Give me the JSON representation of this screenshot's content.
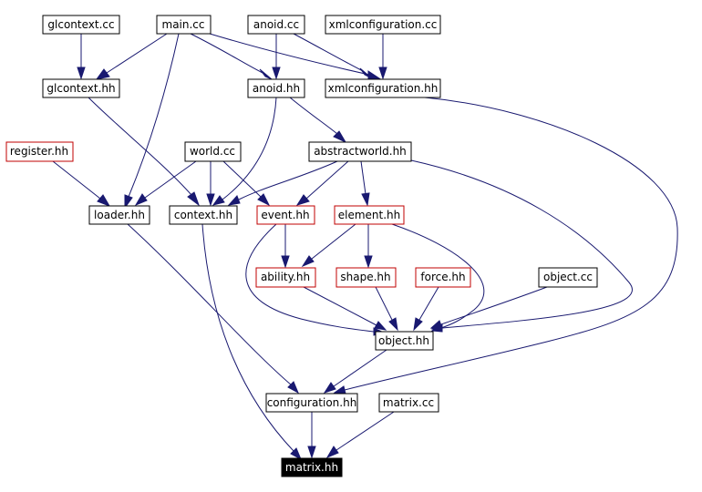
{
  "colors": {
    "edge": "#191970",
    "border_default": "#000000",
    "border_red": "#c00000",
    "current_fill": "#000000",
    "current_text": "#ffffff"
  },
  "nodes": [
    {
      "id": "glcontext_cc",
      "label": "glcontext.cc",
      "style": "normal"
    },
    {
      "id": "main_cc",
      "label": "main.cc",
      "style": "normal"
    },
    {
      "id": "anoid_cc",
      "label": "anoid.cc",
      "style": "normal"
    },
    {
      "id": "xmlconfiguration_cc",
      "label": "xmlconfiguration.cc",
      "style": "normal"
    },
    {
      "id": "glcontext_hh",
      "label": "glcontext.hh",
      "style": "normal"
    },
    {
      "id": "anoid_hh",
      "label": "anoid.hh",
      "style": "normal"
    },
    {
      "id": "xmlconfiguration_hh",
      "label": "xmlconfiguration.hh",
      "style": "normal"
    },
    {
      "id": "register_hh",
      "label": "register.hh",
      "style": "red"
    },
    {
      "id": "world_cc",
      "label": "world.cc",
      "style": "normal"
    },
    {
      "id": "abstractworld_hh",
      "label": "abstractworld.hh",
      "style": "normal"
    },
    {
      "id": "loader_hh",
      "label": "loader.hh",
      "style": "normal"
    },
    {
      "id": "context_hh",
      "label": "context.hh",
      "style": "normal"
    },
    {
      "id": "event_hh",
      "label": "event.hh",
      "style": "red"
    },
    {
      "id": "element_hh",
      "label": "element.hh",
      "style": "red"
    },
    {
      "id": "ability_hh",
      "label": "ability.hh",
      "style": "red"
    },
    {
      "id": "shape_hh",
      "label": "shape.hh",
      "style": "red"
    },
    {
      "id": "force_hh",
      "label": "force.hh",
      "style": "red"
    },
    {
      "id": "object_cc",
      "label": "object.cc",
      "style": "normal"
    },
    {
      "id": "object_hh",
      "label": "object.hh",
      "style": "normal"
    },
    {
      "id": "configuration_hh",
      "label": "configuration.hh",
      "style": "normal"
    },
    {
      "id": "matrix_cc",
      "label": "matrix.cc",
      "style": "normal"
    },
    {
      "id": "matrix_hh",
      "label": "matrix.hh",
      "style": "current"
    }
  ],
  "edges": [
    {
      "from": "glcontext_cc",
      "to": "glcontext_hh"
    },
    {
      "from": "main_cc",
      "to": "glcontext_hh"
    },
    {
      "from": "main_cc",
      "to": "anoid_hh"
    },
    {
      "from": "main_cc",
      "to": "xmlconfiguration_hh"
    },
    {
      "from": "main_cc",
      "to": "loader_hh"
    },
    {
      "from": "anoid_cc",
      "to": "anoid_hh"
    },
    {
      "from": "anoid_cc",
      "to": "xmlconfiguration_hh"
    },
    {
      "from": "xmlconfiguration_cc",
      "to": "xmlconfiguration_hh"
    },
    {
      "from": "glcontext_hh",
      "to": "context_hh"
    },
    {
      "from": "anoid_hh",
      "to": "abstractworld_hh"
    },
    {
      "from": "anoid_hh",
      "to": "context_hh"
    },
    {
      "from": "xmlconfiguration_hh",
      "to": "configuration_hh"
    },
    {
      "from": "register_hh",
      "to": "loader_hh"
    },
    {
      "from": "world_cc",
      "to": "loader_hh"
    },
    {
      "from": "world_cc",
      "to": "context_hh"
    },
    {
      "from": "world_cc",
      "to": "event_hh"
    },
    {
      "from": "abstractworld_hh",
      "to": "context_hh"
    },
    {
      "from": "abstractworld_hh",
      "to": "event_hh"
    },
    {
      "from": "abstractworld_hh",
      "to": "element_hh"
    },
    {
      "from": "abstractworld_hh",
      "to": "object_hh"
    },
    {
      "from": "loader_hh",
      "to": "configuration_hh"
    },
    {
      "from": "context_hh",
      "to": "matrix_hh"
    },
    {
      "from": "event_hh",
      "to": "ability_hh"
    },
    {
      "from": "event_hh",
      "to": "object_hh"
    },
    {
      "from": "element_hh",
      "to": "ability_hh"
    },
    {
      "from": "element_hh",
      "to": "shape_hh"
    },
    {
      "from": "element_hh",
      "to": "object_hh"
    },
    {
      "from": "ability_hh",
      "to": "object_hh"
    },
    {
      "from": "shape_hh",
      "to": "object_hh"
    },
    {
      "from": "force_hh",
      "to": "object_hh"
    },
    {
      "from": "object_cc",
      "to": "object_hh"
    },
    {
      "from": "object_hh",
      "to": "configuration_hh"
    },
    {
      "from": "configuration_hh",
      "to": "matrix_hh"
    },
    {
      "from": "matrix_cc",
      "to": "matrix_hh"
    }
  ]
}
